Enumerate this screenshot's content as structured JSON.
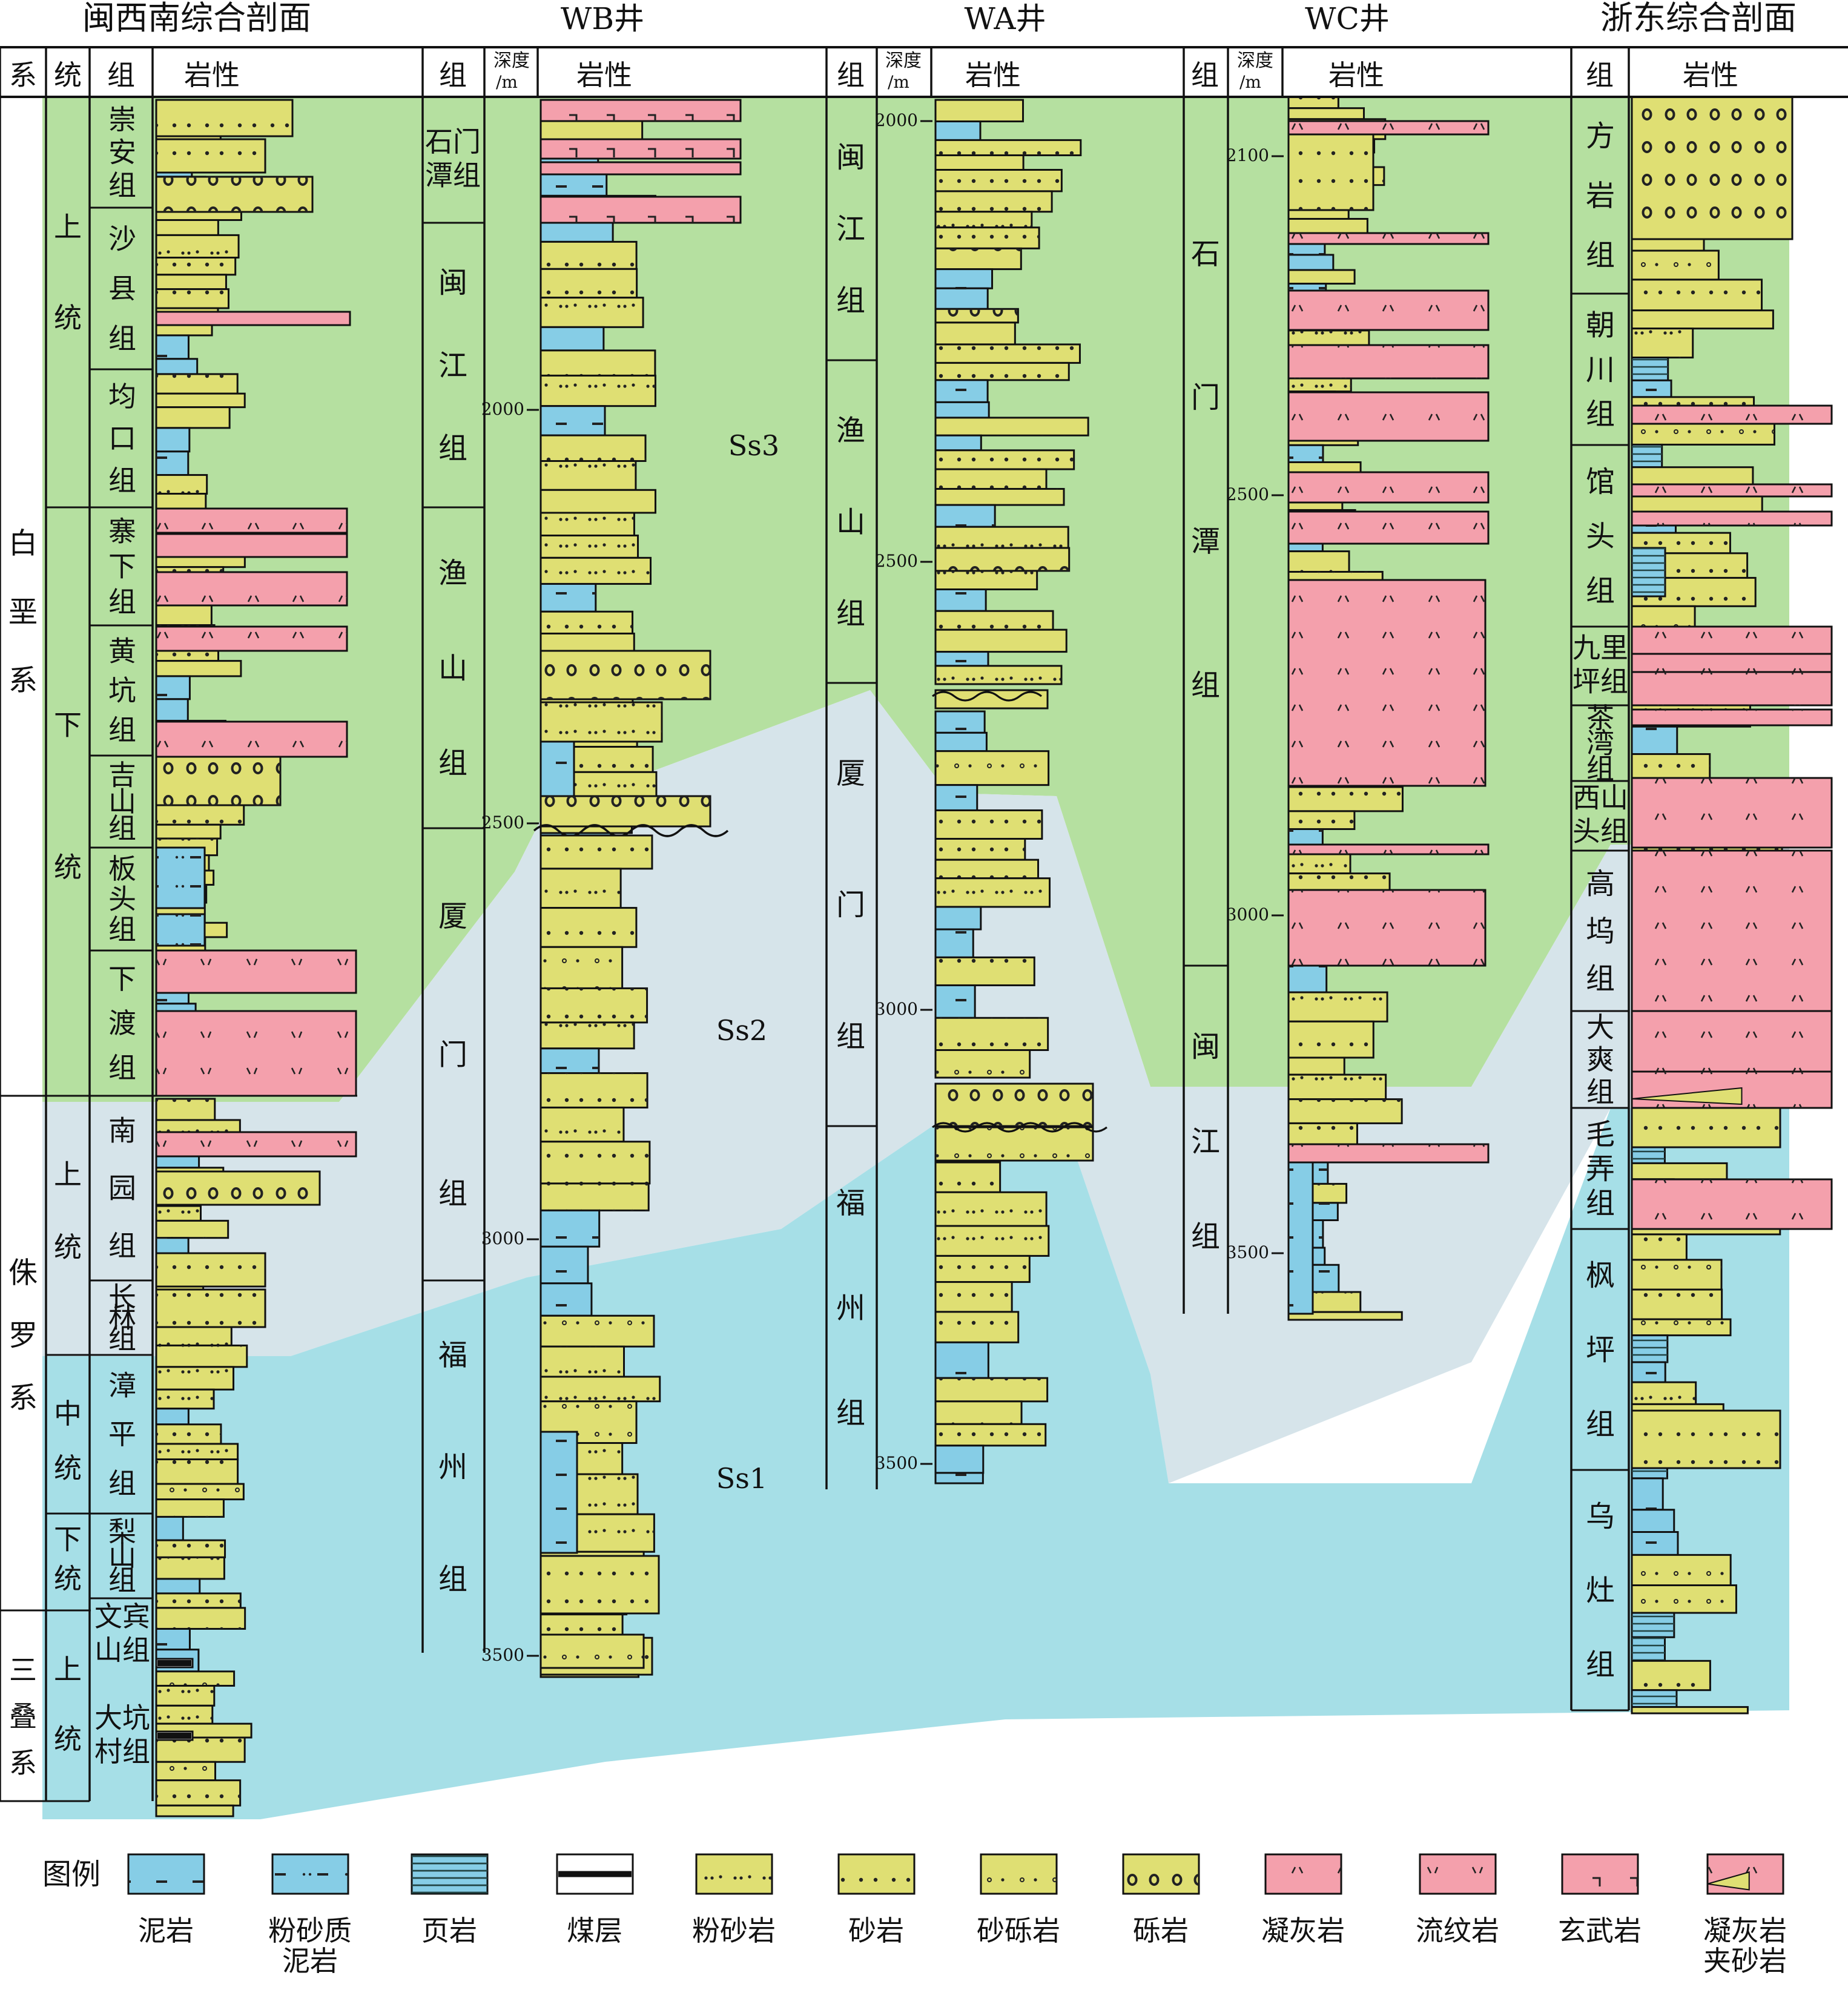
{
  "titles": {
    "west": "闽西南综合剖面",
    "wb": "WB井",
    "wa": "WA井",
    "wc": "WC井",
    "east": "浙东综合剖面"
  },
  "headers": {
    "system": "系",
    "series": "统",
    "formation": "组",
    "lithology": "岩性",
    "depth": [
      "深度",
      "/m"
    ]
  },
  "colors": {
    "seq_green": "#b5e0a0",
    "seq_grey": "#d6e4ea",
    "seq_blue": "#a6dfe7",
    "sandstone": "#dfdf73",
    "tuff": "#f4a0ac",
    "mudstone": "#86cde6",
    "line": "#111111"
  },
  "sequences": [
    "Ss3",
    "Ss2",
    "Ss1"
  ],
  "west_column": {
    "systems": [
      "白垩系",
      "侏罗系",
      "三叠系"
    ],
    "series": [
      "上统",
      "下统",
      "上统",
      "中统",
      "下统",
      "上统"
    ],
    "formations": [
      "崇安组",
      "沙县组",
      "均口组",
      "寨下组",
      "黄坑组",
      "吉山组",
      "板头组",
      "下渡组",
      "南园组",
      "长林组",
      "漳平组",
      "梨山组",
      "文宾山组",
      "大坑村组"
    ]
  },
  "wb_well": {
    "formations": [
      "石门潭组",
      "闽江组",
      "渔山组",
      "厦门组",
      "福州组"
    ],
    "depth_ticks": [
      "2000",
      "2500",
      "3000",
      "3500"
    ]
  },
  "wa_well": {
    "formations": [
      "闽江组",
      "渔山组",
      "厦门组",
      "福州组"
    ],
    "depth_ticks": [
      "2000",
      "2500",
      "3000",
      "3500"
    ]
  },
  "wc_well": {
    "formations": [
      "石门潭组",
      "闽江组"
    ],
    "depth_ticks": [
      "2100",
      "2500",
      "3000",
      "3500"
    ]
  },
  "east_column": {
    "formations": [
      "方岩组",
      "朝川组",
      "馆头组",
      "九里坪组",
      "茶湾组",
      "西山头组",
      "高坞组",
      "大爽组",
      "毛弄组",
      "枫坪组",
      "乌灶组"
    ]
  },
  "legend": {
    "title": "图例",
    "items": [
      {
        "label": [
          "泥岩"
        ],
        "type": "mudstone"
      },
      {
        "label": [
          "粉砂质",
          "泥岩"
        ],
        "type": "silty_mudstone"
      },
      {
        "label": [
          "页岩"
        ],
        "type": "shale"
      },
      {
        "label": [
          "煤层"
        ],
        "type": "coal"
      },
      {
        "label": [
          "粉砂岩"
        ],
        "type": "siltstone"
      },
      {
        "label": [
          "砂岩"
        ],
        "type": "sandstone"
      },
      {
        "label": [
          "砂砾岩"
        ],
        "type": "pebbly_sandstone"
      },
      {
        "label": [
          "砾岩"
        ],
        "type": "conglomerate"
      },
      {
        "label": [
          "凝灰岩"
        ],
        "type": "tuff"
      },
      {
        "label": [
          "流纹岩"
        ],
        "type": "rhyolite"
      },
      {
        "label": [
          "玄武岩"
        ],
        "type": "basalt"
      },
      {
        "label": [
          "凝灰岩",
          "夹砂岩"
        ],
        "type": "tuff_sandstone"
      }
    ]
  }
}
